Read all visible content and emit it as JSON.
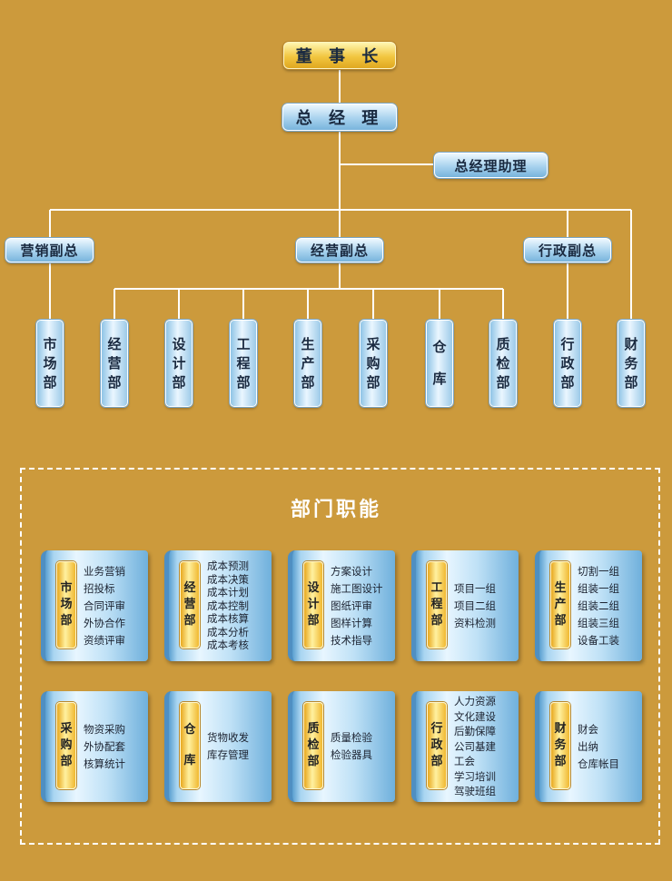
{
  "org_chart": {
    "chairman": "董 事 长",
    "general_manager": "总 经 理",
    "gm_assistant": "总经理助理",
    "vps": [
      "营销副总",
      "经营副总",
      "行政副总"
    ],
    "departments": [
      [
        "市",
        "场",
        "部"
      ],
      [
        "经",
        "营",
        "部"
      ],
      [
        "设",
        "计",
        "部"
      ],
      [
        "工",
        "程",
        "部"
      ],
      [
        "生",
        "产",
        "部"
      ],
      [
        "采",
        "购",
        "部"
      ],
      [
        "仓",
        "库"
      ],
      [
        "质",
        "检",
        "部"
      ],
      [
        "行",
        "政",
        "部"
      ],
      [
        "财",
        "务",
        "部"
      ]
    ]
  },
  "functions": {
    "title": "部门职能",
    "cards": [
      {
        "tag": [
          "市",
          "场",
          "部"
        ],
        "items": [
          "业务营销",
          "招投标",
          "合同评审",
          "外协合作",
          "资绩评审"
        ]
      },
      {
        "tag": [
          "经",
          "营",
          "部"
        ],
        "items": [
          "成本预测",
          "成本决策",
          "成本计划",
          "成本控制",
          "成本核算",
          "成本分析",
          "成本考核"
        ]
      },
      {
        "tag": [
          "设",
          "计",
          "部"
        ],
        "items": [
          "方案设计",
          "施工图设计",
          "图纸评审",
          "图样计算",
          "技术指导"
        ]
      },
      {
        "tag": [
          "工",
          "程",
          "部"
        ],
        "items": [
          "项目一组",
          "项目二组",
          "资料检测"
        ]
      },
      {
        "tag": [
          "生",
          "产",
          "部"
        ],
        "items": [
          "切割一组",
          "组装一组",
          "组装二组",
          "组装三组",
          "设备工装"
        ]
      },
      {
        "tag": [
          "采",
          "购",
          "部"
        ],
        "items": [
          "物资采购",
          "外协配套",
          "核算统计"
        ]
      },
      {
        "tag": [
          "仓",
          "库"
        ],
        "items": [
          "货物收发",
          "库存管理"
        ]
      },
      {
        "tag": [
          "质",
          "检",
          "部"
        ],
        "items": [
          "质量检验",
          "检验器具"
        ]
      },
      {
        "tag": [
          "行",
          "政",
          "部"
        ],
        "items": [
          "人力资源",
          "文化建设",
          "后勤保障",
          "公司基建",
          "工会",
          "学习培训",
          "驾驶班组"
        ]
      },
      {
        "tag": [
          "财",
          "务",
          "部"
        ],
        "items": [
          "财会",
          "出纳",
          "仓库帐目"
        ]
      }
    ]
  }
}
